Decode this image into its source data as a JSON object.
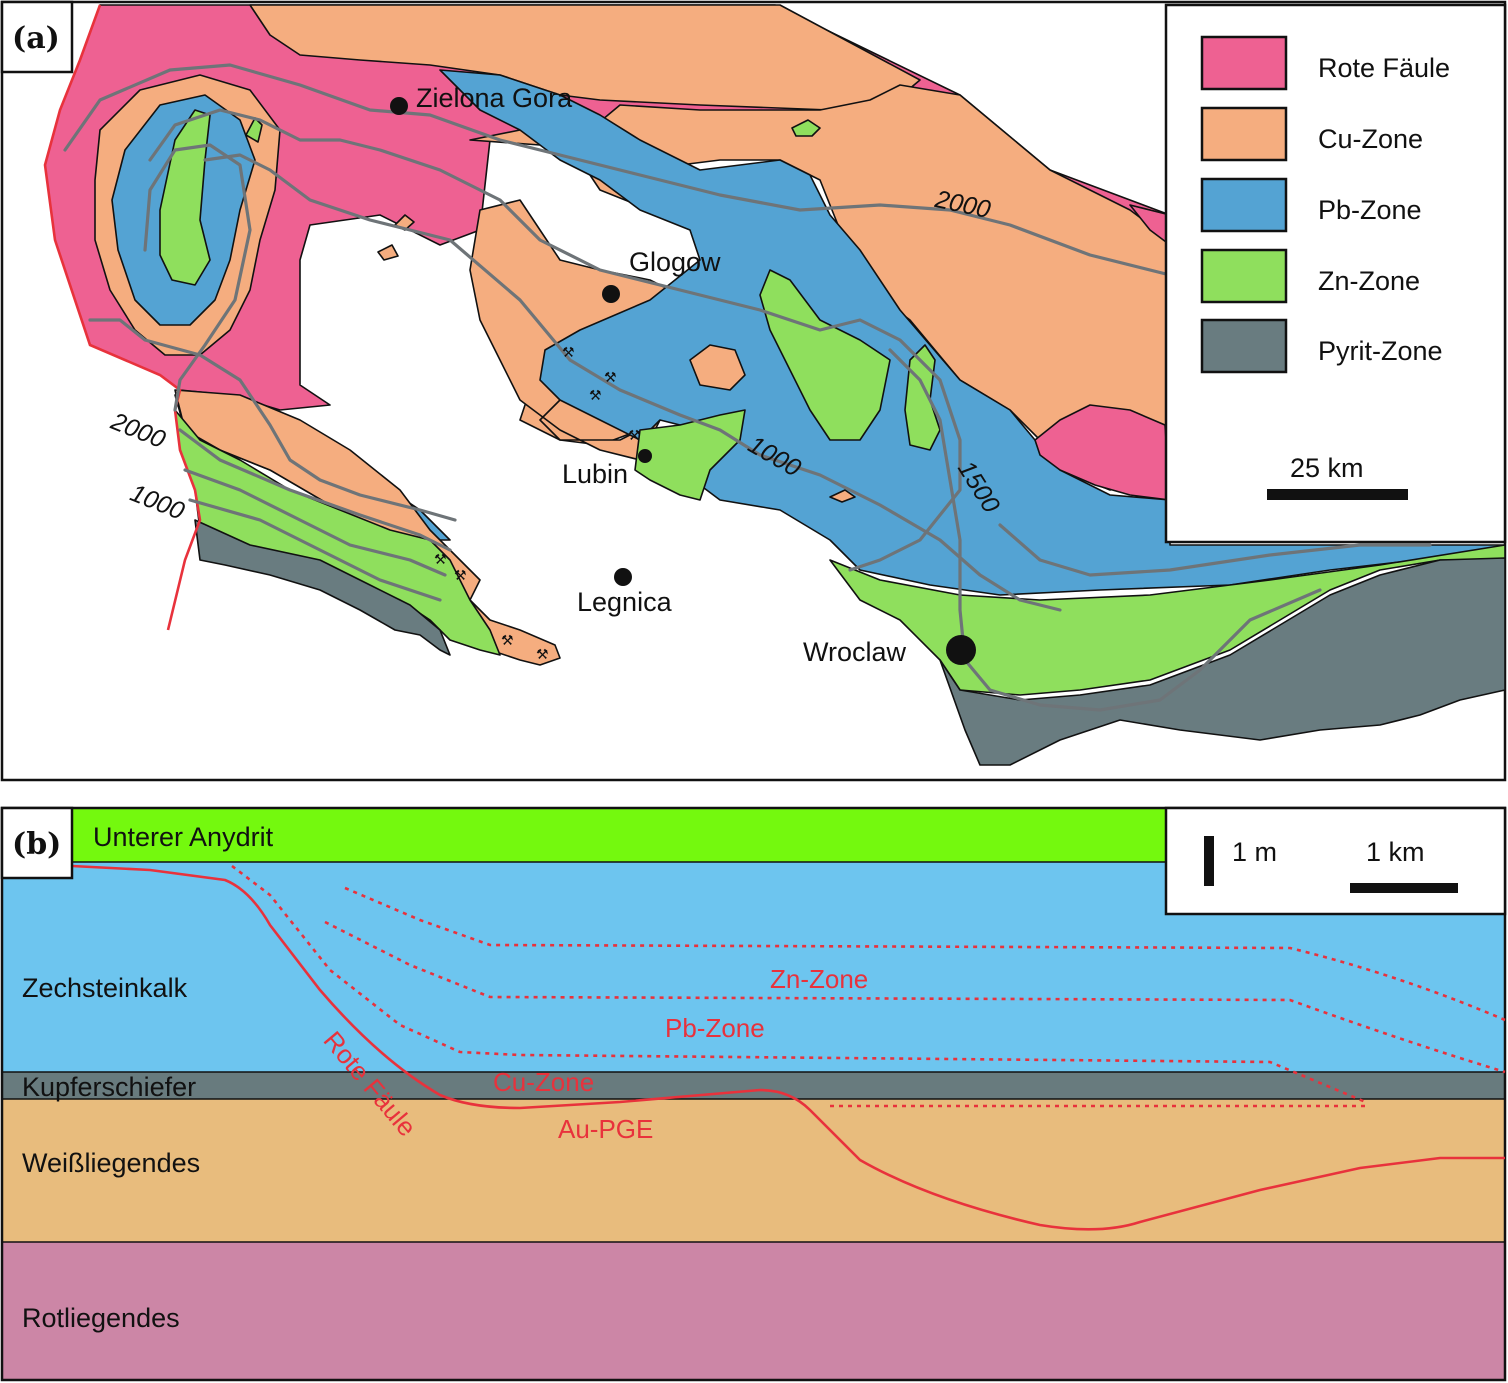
{
  "panel_a": {
    "label": "(a)",
    "legend": [
      {
        "label": "Rote Fäule",
        "color": "#ee6192"
      },
      {
        "label": "Cu-Zone",
        "color": "#f5ad7f"
      },
      {
        "label": "Pb-Zone",
        "color": "#54a3d3"
      },
      {
        "label": "Zn-Zone",
        "color": "#8fdf5d"
      },
      {
        "label": "Pyrit-Zone",
        "color": "#697c80"
      }
    ],
    "scale_bar": "25 km",
    "cities": [
      "Zielona Gora",
      "Glogow",
      "Lubin",
      "Legnica",
      "Wroclaw"
    ],
    "isolines": [
      "2000",
      "2000",
      "1000",
      "1000",
      "1500"
    ]
  },
  "panel_b": {
    "label": "(b)",
    "scale_vertical": "1 m",
    "scale_horizontal": "1 km",
    "layers": [
      {
        "label": "Unterer Anydrit",
        "color": "#74f90e"
      },
      {
        "label": "Zechsteinkalk",
        "color": "#6dc5ef"
      },
      {
        "label": "Kupferschiefer",
        "color": "#687b7e"
      },
      {
        "label": "Weißliegendes",
        "color": "#e8bc7d"
      },
      {
        "label": "Rotliegendes",
        "color": "#cc86a6"
      }
    ],
    "zone_labels": [
      "Zn-Zone",
      "Pb-Zone",
      "Cu-Zone",
      "Au-PGE",
      "Rote Fäule"
    ]
  },
  "mine_icon": "mine-symbol-icon"
}
